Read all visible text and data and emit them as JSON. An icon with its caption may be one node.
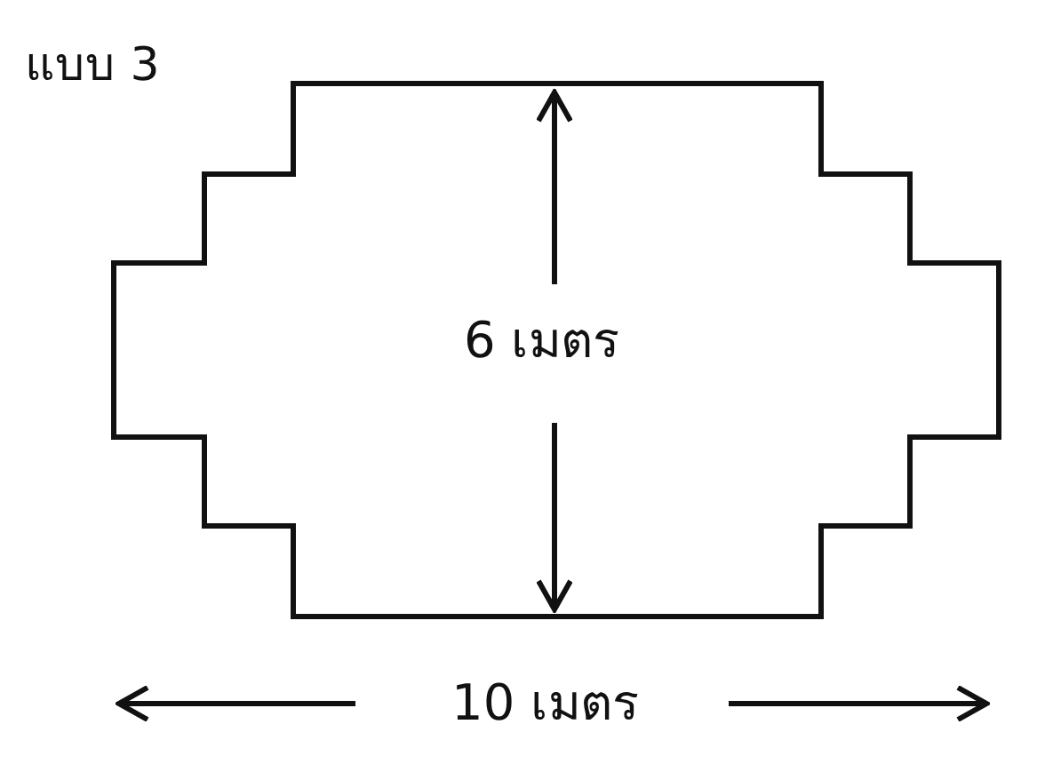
{
  "diagram": {
    "labels": [
      "แบบ 3",
      "6 เมตร",
      "10 เมตร"
    ]
  }
}
